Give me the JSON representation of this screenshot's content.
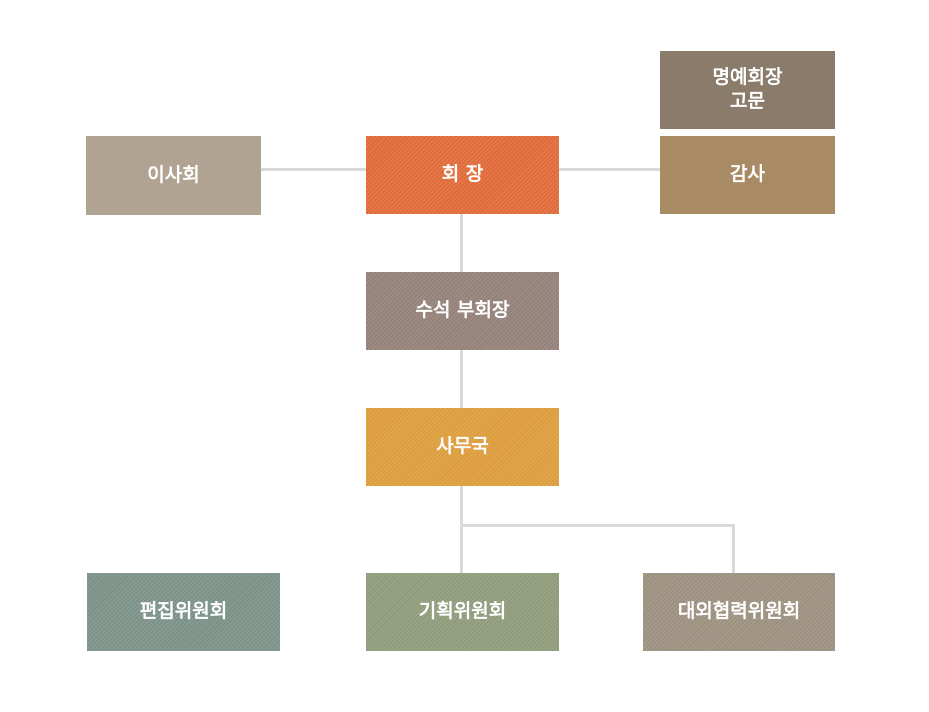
{
  "colors": {
    "connector": "#d9d9d9",
    "board": "#b1a392",
    "president": "#e06b3a",
    "honorary": "#8a7b6b",
    "auditor": "#a88a65",
    "senior_vp": "#94817a",
    "secretariat": "#dd9d3c",
    "editorial": "#7c9289",
    "planning": "#8f9b7b",
    "external": "#9c917f"
  },
  "nodes": {
    "board": {
      "label": "이사회"
    },
    "president": {
      "label": "회 장"
    },
    "honorary": {
      "label": "명예회장\n고문"
    },
    "auditor": {
      "label": "감사"
    },
    "senior_vp": {
      "label": "수석 부회장"
    },
    "secretariat": {
      "label": "사무국"
    },
    "editorial": {
      "label": "편집위원회"
    },
    "planning": {
      "label": "기획위원회"
    },
    "external": {
      "label": "대외협력위원회"
    }
  }
}
